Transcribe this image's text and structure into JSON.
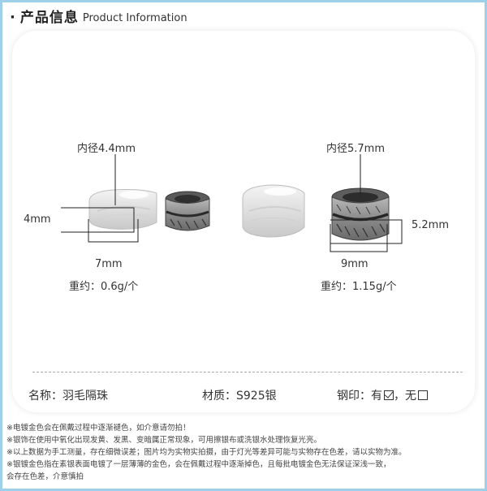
{
  "header": {
    "bullet": "·",
    "title_cn": "产品信息",
    "title_en": "Product Information"
  },
  "product_left": {
    "inner_diameter": "内径4.4mm",
    "height": "4mm",
    "width": "7mm",
    "weight": "重约：0.6g/个"
  },
  "product_right": {
    "inner_diameter": "内径5.7mm",
    "height": "5.2mm",
    "width": "9mm",
    "weight": "重约：1.15g/个"
  },
  "info": {
    "name": "名称：羽毛隔珠",
    "material": "材质：S925银",
    "stamp_label": "钢印：",
    "stamp_yes": "有",
    "stamp_sep": "，",
    "stamp_no": "无"
  },
  "notes": [
    "※电镀金色会在佩戴过程中逐渐褪色，如介意请勿拍！",
    "※银饰在使用中氧化出现发黄、发黑、变暗属正常现象，可用擦银布或洗银水处理恢复光亮。",
    "※以上数据为手工测量，存在细微误差；图片均为实物实拍摄，由于灯光等差异可能与实物存在色差，请以实物为准。",
    "※银镀金色指在素银表面电镀了一层薄薄的金色，会在佩戴过程中逐渐掉色，且每批电镀金色无法保证深浅一致，",
    "会存在色差，介意慎拍"
  ],
  "colors": {
    "frame_border": "#9fd0ea",
    "text": "#333333"
  }
}
